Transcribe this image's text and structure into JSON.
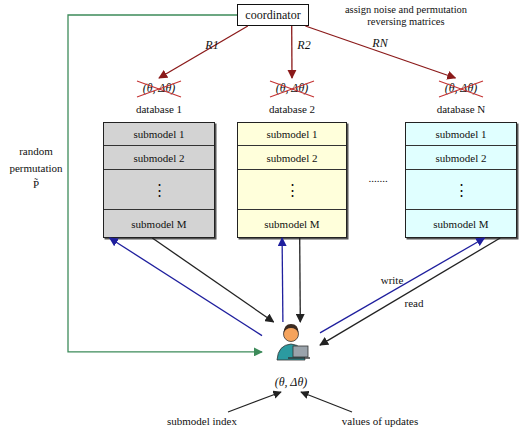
{
  "diagram": {
    "nodes": [
      {
        "text": [
          "coordinator"
        ]
      },
      {
        "text": [
          "(θ, Δθ)",
          "database 1"
        ]
      },
      {
        "text": [
          "submodel 1"
        ],
        "in": 1
      },
      {
        "text": [
          "submodel 2"
        ],
        "in": 1
      },
      {
        "text": [
          "⋮"
        ],
        "in": 1
      },
      {
        "text": [
          "submodel M"
        ],
        "in": 1
      },
      {
        "text": [
          "(θ, Δθ)",
          "database 2"
        ]
      },
      {
        "text": [
          "submodel 1"
        ],
        "in": 6
      },
      {
        "text": [
          "submodel 2"
        ],
        "in": 6
      },
      {
        "text": [
          "⋮"
        ],
        "in": 6
      },
      {
        "text": [
          "submodel M"
        ],
        "in": 6
      },
      {
        "text": [
          "(θ, Δθ)",
          "database N"
        ]
      },
      {
        "text": [
          "submodel 1"
        ],
        "in": 11
      },
      {
        "text": [
          "submodel 2"
        ],
        "in": 11
      },
      {
        "text": [
          "⋮"
        ],
        "in": 11
      },
      {
        "text": [
          "submodel M"
        ],
        "in": 11
      },
      {
        "text": [
          "(θ, Δθ)"
        ]
      }
    ],
    "edges": [
      {
        "from": 0,
        "to": 1,
        "label": "R1",
        "arrow": "to"
      },
      {
        "from": 0,
        "to": 6,
        "label": "R2",
        "arrow": "to"
      },
      {
        "from": 0,
        "to": 11,
        "label": "RN",
        "arrow": "to"
      },
      {
        "from": 0,
        "to": 16,
        "label": "random permutation P̃",
        "arrow": "to"
      },
      {
        "from": 16,
        "to": 1,
        "arrow": "to"
      },
      {
        "from": 1,
        "to": 16,
        "arrow": "to"
      },
      {
        "from": 16,
        "to": 6,
        "arrow": "to"
      },
      {
        "from": 6,
        "to": 16,
        "arrow": "to"
      },
      {
        "from": 16,
        "to": 11,
        "label": "write",
        "arrow": "to"
      },
      {
        "from": 11,
        "to": 16,
        "label": "read",
        "arrow": "to"
      }
    ],
    "labels": [
      "assign noise and permutation reversing matrices",
      ".......",
      "submodel index",
      "values of updates"
    ]
  }
}
